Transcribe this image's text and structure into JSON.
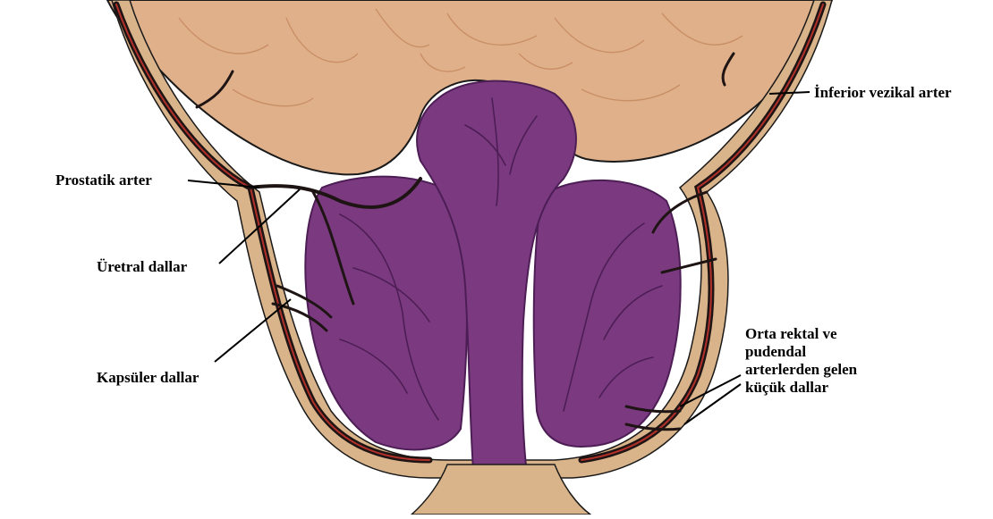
{
  "labels": {
    "inferior_vesical_artery": "İnferior vezikal arter",
    "prostatic_artery": "Prostatik arter",
    "urethral_branches": "Üretral dallar",
    "capsular_branches": "Kapsüler dallar",
    "small_branches": {
      "line1": "Orta rektal ve",
      "line2": "pudendal",
      "line3": "arterlerden gelen",
      "line4": "küçük dallar"
    }
  },
  "colors": {
    "background": "#ffffff",
    "bladder_tissue": "#e0b08a",
    "bladder_tissue_dark": "#c98f66",
    "prostate": "#7b3a80",
    "prostate_dark": "#4d1d55",
    "capsule_tan": "#d9b48a",
    "vessel": "#1e1414",
    "vessel_inner": "#b0302a",
    "outline": "#1a1a1a"
  }
}
